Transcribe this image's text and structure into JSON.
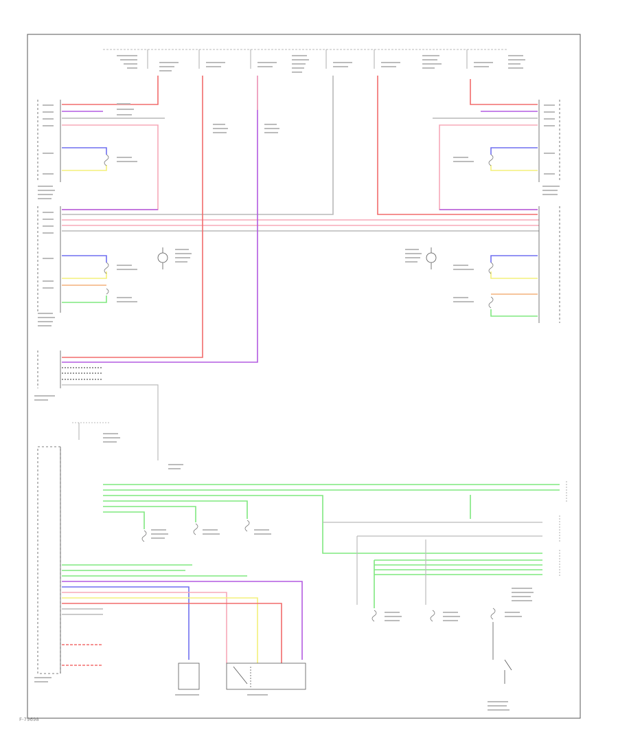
{
  "diagram": {
    "type": "automotive wiring schematic",
    "wire_colors": {
      "red": "#f26b6b",
      "pink": "#f7a8b8",
      "violet": "#b25ae0",
      "blue": "#6f6ff0",
      "yellow": "#f4f07a",
      "orange": "#f3b07a",
      "green": "#7fe87f",
      "grey": "#b8b8b8",
      "black": "#555555"
    },
    "components": [
      {
        "id": "driver-seat-heater-module"
      },
      {
        "id": "passenger-seat-heater-module"
      },
      {
        "id": "left-rear-seat-heater-module"
      },
      {
        "id": "right-rear-seat-heater-module"
      },
      {
        "id": "passenger-seat-switch"
      },
      {
        "id": "driver-seat-switch"
      },
      {
        "id": "passenger-seat-belt-buckle-switch"
      },
      {
        "id": "door-switch"
      },
      {
        "id": "ignition-fuse-block"
      },
      {
        "id": "rear-seat-heater-relays"
      }
    ],
    "footer_label": "F-79698"
  }
}
